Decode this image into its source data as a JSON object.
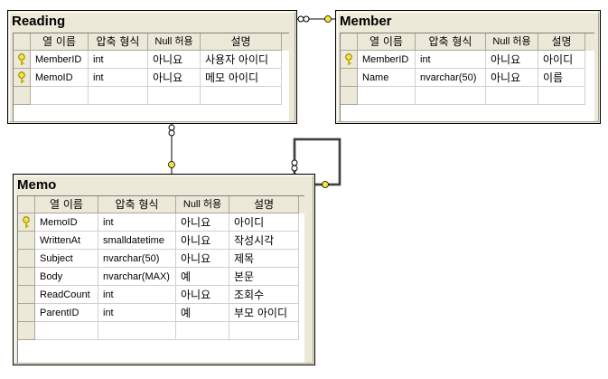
{
  "columns": {
    "name": "열 이름",
    "type": "압축 형식",
    "nullable": "Null 허용",
    "desc": "설명"
  },
  "tables": {
    "reading": {
      "title": "Reading",
      "rows": [
        {
          "key": true,
          "name": "MemberID",
          "type": "int",
          "nullable": "아니요",
          "desc": "사용자 아이디"
        },
        {
          "key": true,
          "name": "MemoID",
          "type": "int",
          "nullable": "아니요",
          "desc": "메모 아이디"
        }
      ]
    },
    "member": {
      "title": "Member",
      "rows": [
        {
          "key": true,
          "name": "MemberID",
          "type": "int",
          "nullable": "아니요",
          "desc": "아이디"
        },
        {
          "key": false,
          "name": "Name",
          "type": "nvarchar(50)",
          "nullable": "아니요",
          "desc": "이름"
        }
      ]
    },
    "memo": {
      "title": "Memo",
      "rows": [
        {
          "key": true,
          "name": "MemoID",
          "type": "int",
          "nullable": "아니요",
          "desc": "아이디"
        },
        {
          "key": false,
          "name": "WrittenAt",
          "type": "smalldatetime",
          "nullable": "아니요",
          "desc": "작성시각"
        },
        {
          "key": false,
          "name": "Subject",
          "type": "nvarchar(50)",
          "nullable": "아니요",
          "desc": "제목"
        },
        {
          "key": false,
          "name": "Body",
          "type": "nvarchar(MAX)",
          "nullable": "예",
          "desc": "본문"
        },
        {
          "key": false,
          "name": "ReadCount",
          "type": "int",
          "nullable": "아니요",
          "desc": "조회수"
        },
        {
          "key": false,
          "name": "ParentID",
          "type": "int",
          "nullable": "예",
          "desc": "부모 아이디"
        }
      ]
    }
  },
  "relationships": [
    {
      "from": "reading",
      "to": "member"
    },
    {
      "from": "reading",
      "to": "memo"
    },
    {
      "from": "memo",
      "to": "memo"
    }
  ],
  "colors": {
    "key_icon": "#f5e33a",
    "link_line": "#000000",
    "header_bg": "#ece9d8"
  },
  "icons": {
    "primary_key": "key-icon",
    "many_end": "infinity-icon"
  }
}
